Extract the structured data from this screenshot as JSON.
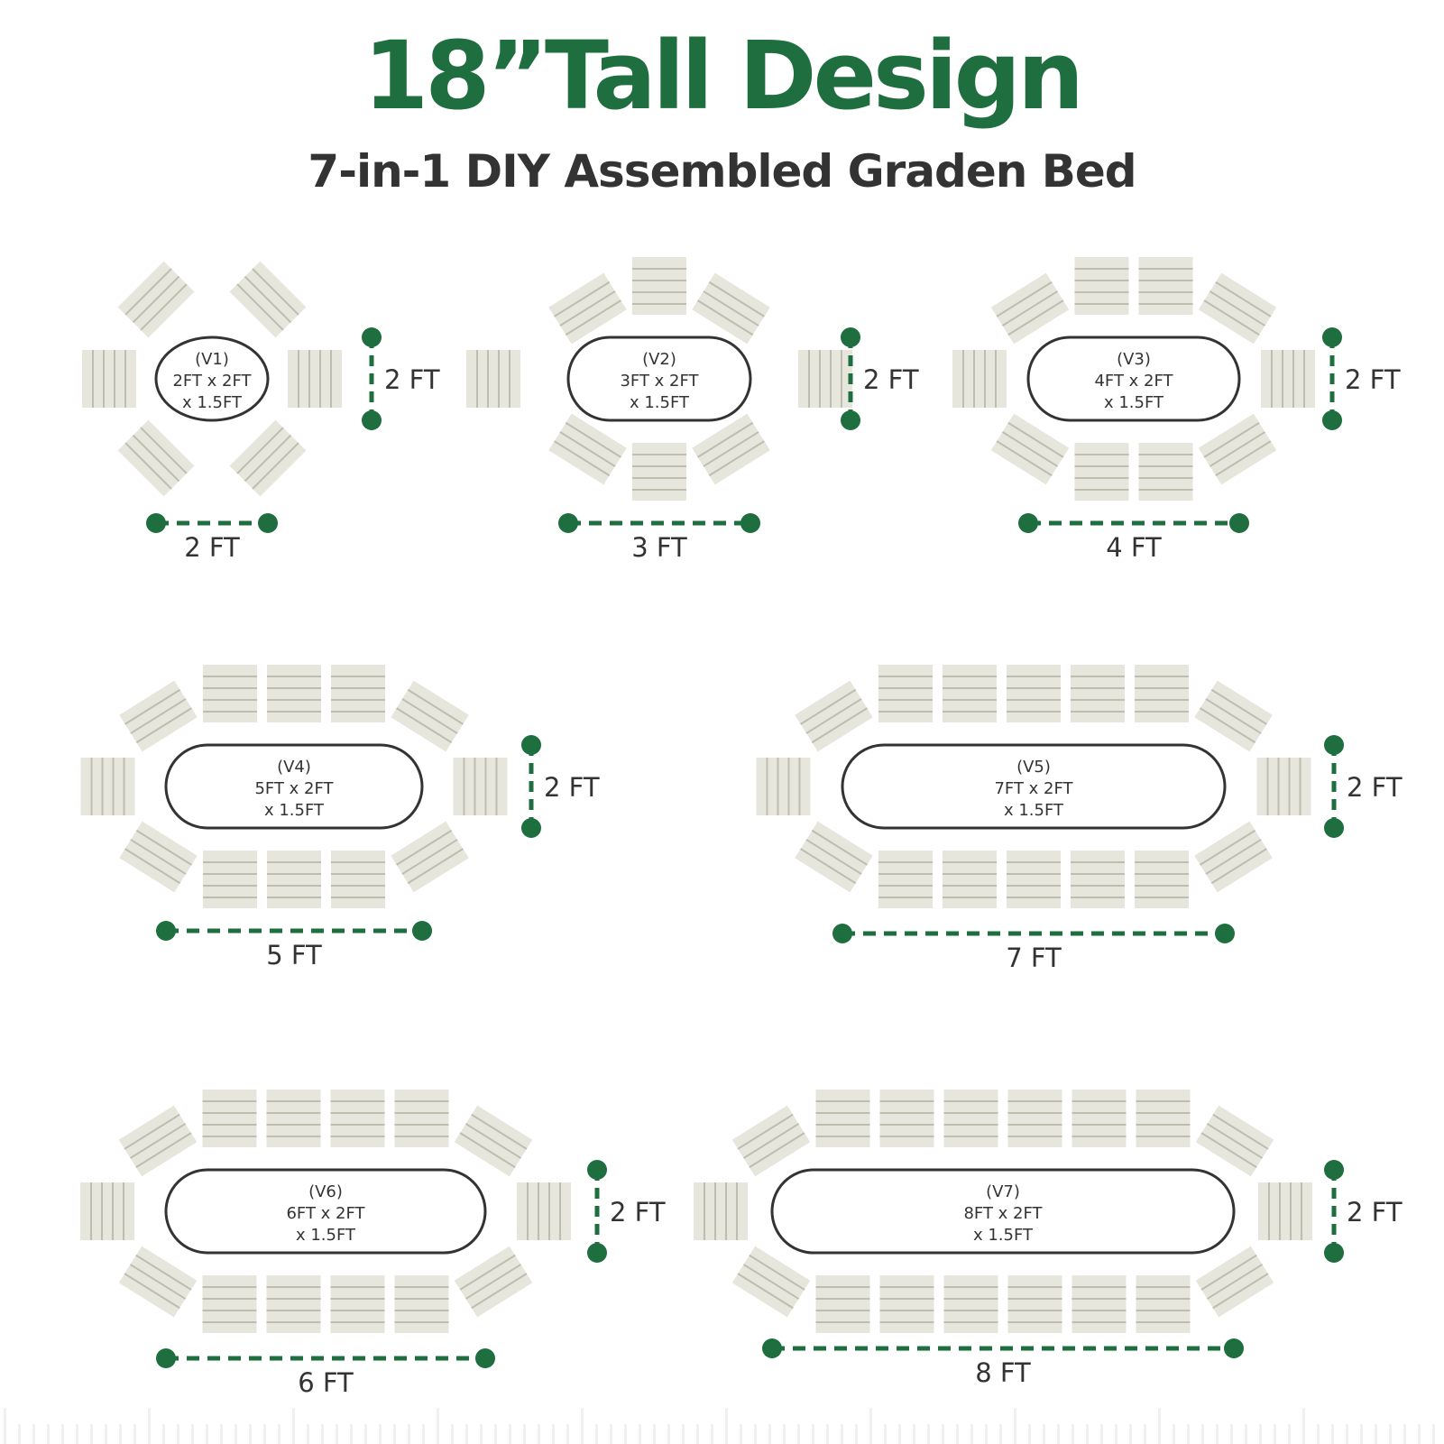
{
  "header": {
    "title": "18”Tall Design",
    "subtitle": "7-in-1 DIY Assembled Graden Bed"
  },
  "colors": {
    "accent": "#1f6e3f",
    "panel_fill": "#e6e6dc",
    "panel_line": "#bdbdb0",
    "outline": "#333333"
  },
  "variants": [
    {
      "id": "v1",
      "code": "(V1)",
      "line1": "2FT x 2FT",
      "line2": "x 1.5FT",
      "length_label": "2 FT",
      "width_label": "2 FT"
    },
    {
      "id": "v2",
      "code": "(V2)",
      "line1": "3FT x 2FT",
      "line2": "x 1.5FT",
      "length_label": "3 FT",
      "width_label": "2 FT"
    },
    {
      "id": "v3",
      "code": "(V3)",
      "line1": "4FT x 2FT",
      "line2": "x 1.5FT",
      "length_label": "4 FT",
      "width_label": "2 FT"
    },
    {
      "id": "v4",
      "code": "(V4)",
      "line1": "5FT x 2FT",
      "line2": "x 1.5FT",
      "length_label": "5 FT",
      "width_label": "2 FT"
    },
    {
      "id": "v5",
      "code": "(V5)",
      "line1": "7FT x 2FT",
      "line2": "x 1.5FT",
      "length_label": "7 FT",
      "width_label": "2 FT"
    },
    {
      "id": "v6",
      "code": "(V6)",
      "line1": "6FT x 2FT",
      "line2": "x 1.5FT",
      "length_label": "6 FT",
      "width_label": "2 FT"
    },
    {
      "id": "v7",
      "code": "(V7)",
      "line1": "8FT x 2FT",
      "line2": "x 1.5FT",
      "length_label": "8 FT",
      "width_label": "2 FT"
    }
  ]
}
